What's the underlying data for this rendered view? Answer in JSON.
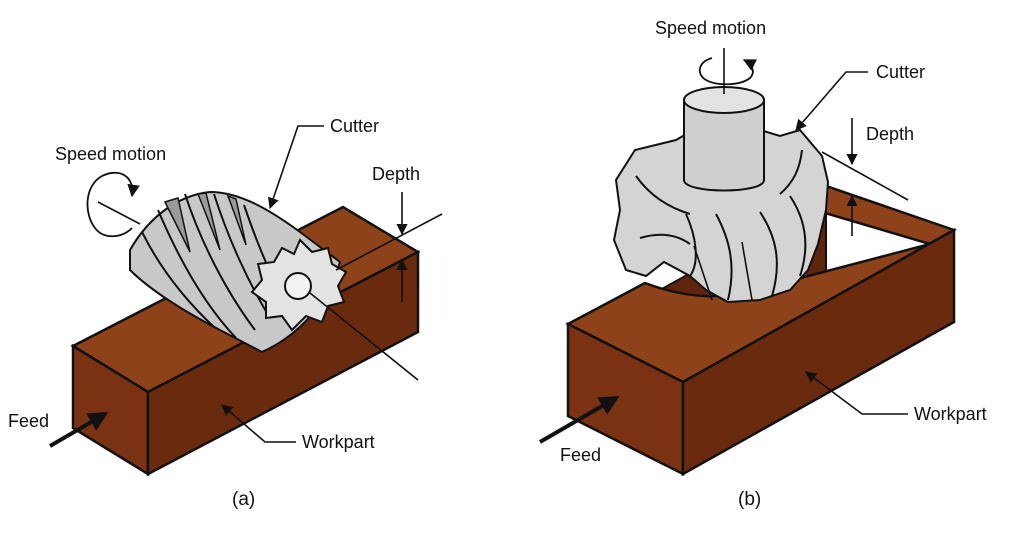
{
  "colors": {
    "workpart_front": "#7a3212",
    "workpart_top": "#8e4219",
    "workpart_side": "#5e250c",
    "cutter_light": "#d9d9d9",
    "cutter_mid": "#c2c2c2",
    "cutter_dark": "#9a9a9a",
    "outline": "#111111"
  },
  "diagram_a": {
    "speed_motion": "Speed motion",
    "cutter": "Cutter",
    "depth": "Depth",
    "feed": "Feed",
    "workpart": "Workpart",
    "caption": "(a)"
  },
  "diagram_b": {
    "speed_motion": "Speed motion",
    "cutter": "Cutter",
    "depth": "Depth",
    "feed": "Feed",
    "workpart": "Workpart",
    "caption": "(b)"
  }
}
